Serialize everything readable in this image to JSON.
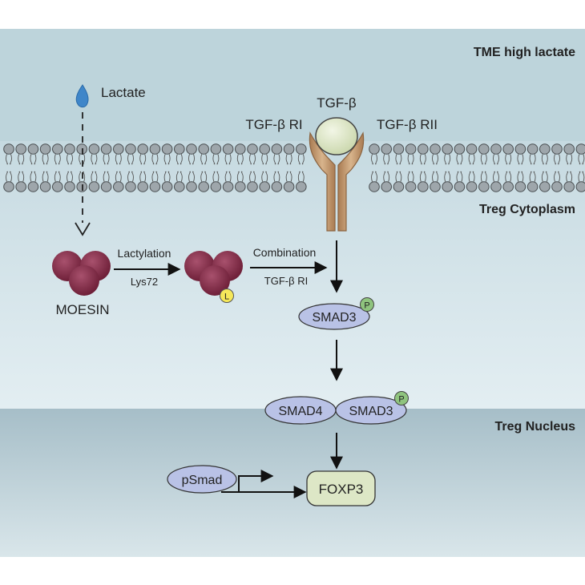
{
  "regions": {
    "extracellular_label": "TME high lactate",
    "cytoplasm_label": "Treg Cytoplasm",
    "nucleus_label": "Treg  Nucleus"
  },
  "molecules": {
    "lactate": "Lactate",
    "tgfb": "TGF-β",
    "tgfb_r1": "TGF-β RI",
    "tgfb_r2": "TGF-β RII",
    "moesin": "MOESIN",
    "lactyl_badge": "L",
    "smad3": "SMAD3",
    "smad4": "SMAD4",
    "smad3_nuclear": "SMAD3",
    "phospho_badge": "P",
    "phospho_badge_nuclear": "P",
    "psmad": "pSmad",
    "foxp3": "FOXP3"
  },
  "steps": {
    "lactylation": "Lactylation",
    "lys72": "Lys72",
    "combination": "Combination",
    "combination_target": "TGF-β RI"
  },
  "colors": {
    "extracellular_bg": "#bed5dc",
    "cytoplasm_bg": "#dae9ee",
    "nucleus_bg": "#9fb8c2",
    "lipid_head": "#9ea6ab",
    "moesin": "#8a2e4a",
    "receptor": "#c49a70",
    "ligand": "#dfe8c8",
    "smad": "#b9c2e6",
    "phospho": "#8fc47e",
    "lactyl": "#f5e85a",
    "foxp3": "#dde7c6",
    "lactate_drop": "#3f86c9"
  }
}
